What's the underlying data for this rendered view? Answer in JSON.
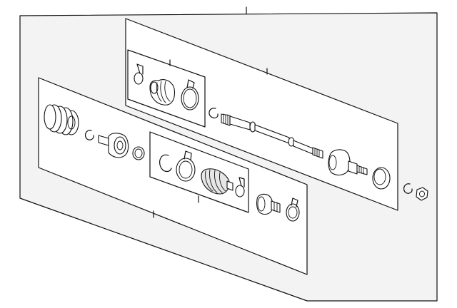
{
  "diagram": {
    "description_visible_text": [],
    "colors": {
      "line": "#111111",
      "background_panel": "#f3f3f3",
      "paper": "#ffffff"
    },
    "parts": {
      "assembly_panel": "drive-axle-assembly",
      "upper_subpanel": "axle-shaft-assembly",
      "lower_subpanel": "joint-assembly",
      "upper_boot_kit": "boot-kit",
      "lower_boot_kit": "boot-kit"
    }
  }
}
